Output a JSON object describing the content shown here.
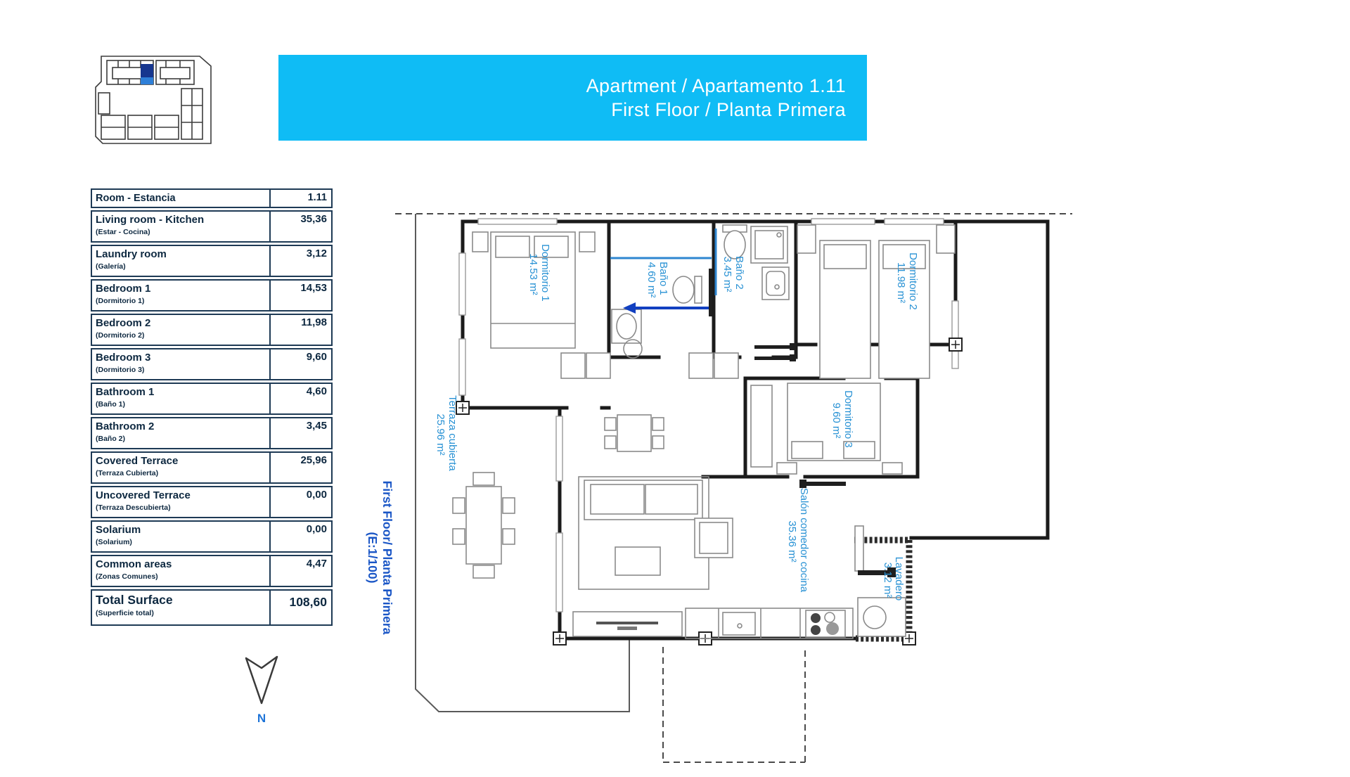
{
  "banner": {
    "line1": "Apartment / Apartamento 1.11",
    "line2": "First Floor / Planta Primera",
    "bg_color": "#0FBCF5",
    "text_color": "#FFFFFF"
  },
  "key_plan": {
    "highlight_color_dark": "#16368F",
    "highlight_color_light": "#2E7FD8"
  },
  "table": {
    "header": {
      "label": "Room - Estancia",
      "value": "1.11"
    },
    "rows": [
      {
        "label": "Living room - Kitchen",
        "sublabel": "(Estar - Cocina)",
        "value": "35,36"
      },
      {
        "label": "Laundry room",
        "sublabel": "(Galería)",
        "value": "3,12"
      },
      {
        "label": "Bedroom 1",
        "sublabel": "(Dormitorio 1)",
        "value": "14,53"
      },
      {
        "label": "Bedroom 2",
        "sublabel": "(Dormitorio 2)",
        "value": "11,98"
      },
      {
        "label": "Bedroom 3",
        "sublabel": "(Dormitorio 3)",
        "value": "9,60"
      },
      {
        "label": "Bathroom 1",
        "sublabel": "(Baño 1)",
        "value": "4,60"
      },
      {
        "label": "Bathroom 2",
        "sublabel": "(Baño 2)",
        "value": "3,45"
      },
      {
        "label": "Covered Terrace",
        "sublabel": "(Terraza Cubierta)",
        "value": "25,96"
      },
      {
        "label": "Uncovered Terrace",
        "sublabel": "(Terraza Descubierta)",
        "value": "0,00"
      },
      {
        "label": "Solarium",
        "sublabel": "(Solarium)",
        "value": "0,00"
      },
      {
        "label": "Common areas",
        "sublabel": "(Zonas Comunes)",
        "value": "4,47"
      }
    ],
    "total": {
      "label": "Total Surface",
      "sublabel": "(Superficie total)",
      "value": "108,60"
    }
  },
  "plan": {
    "caption_line1": "First Floor/ Planta Primera",
    "caption_line2": "(E:1/100)",
    "north_label": "N",
    "label_color": "#2791D4",
    "caption_color": "#1A56C6",
    "rooms": [
      {
        "name": "Dormitorio 1",
        "area": "14.53 m²"
      },
      {
        "name": "Baño 1",
        "area": "4.60 m²"
      },
      {
        "name": "Baño 2",
        "area": "3.45 m²"
      },
      {
        "name": "Dormitorio 2",
        "area": "11.98 m²"
      },
      {
        "name": "Dormitorio 3",
        "area": "9.60 m²"
      },
      {
        "name": "Terraza cubierta",
        "area": "25.96 m²"
      },
      {
        "name": "Salón comedor cocina",
        "area": "35.36 m²"
      },
      {
        "name": "Lavadero",
        "area": "3.12 m²"
      }
    ]
  }
}
